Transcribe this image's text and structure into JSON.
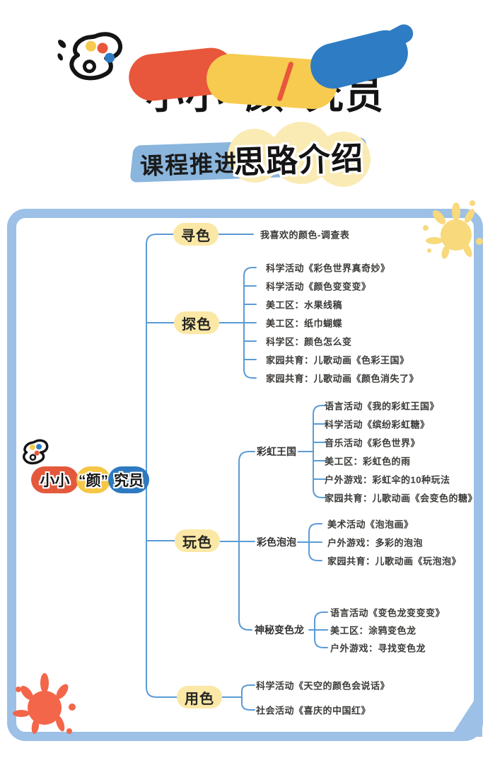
{
  "header": {
    "title": "小小“颜”究员",
    "subtitle": {
      "part1": "课程推进",
      "part2": "思路介绍"
    }
  },
  "center_node": {
    "segments": [
      "小小",
      "“颜”",
      "究员"
    ]
  },
  "mindmap": {
    "branches": [
      {
        "label": "寻色",
        "items": [
          "我喜欢的颜色-调查表"
        ]
      },
      {
        "label": "探色",
        "items": [
          "科学活动《彩色世界真奇妙》",
          "科学活动《颜色变变变》",
          "美工区：水果线稿",
          "美工区：纸巾蝴蝶",
          "科学区：颜色怎么变",
          "家园共育：儿歌动画《色彩王国》",
          "家园共育：儿歌动画《颜色消失了》"
        ]
      },
      {
        "label": "玩色",
        "subbranches": [
          {
            "label": "彩虹王国",
            "items": [
              "语言活动《我的彩虹王国》",
              "科学活动《缤纷彩虹糖》",
              "音乐活动《彩色世界》",
              "美工区：彩虹色的雨",
              "户外游戏：彩虹伞的10种玩法",
              "家园共育：儿歌动画《会变色的糖》"
            ]
          },
          {
            "label": "彩色泡泡",
            "items": [
              "美术活动《泡泡画》",
              "户外游戏：多彩的泡泡",
              "家园共育：儿歌动画《玩泡泡》"
            ]
          },
          {
            "label": "神秘变色龙",
            "items": [
              "语言活动《变色龙变变变》",
              "美工区：涂鸦变色龙",
              "户外游戏：寻找变色龙"
            ]
          }
        ]
      },
      {
        "label": "用色",
        "items": [
          "科学活动《天空的颜色会说话》",
          "社会活动《喜庆的中国红》"
        ]
      }
    ]
  },
  "colors": {
    "brand_red": "#E8573B",
    "brand_yellow": "#F7CB4F",
    "brand_blue": "#2E7CC3",
    "pill_yellow": "#FBE8A6",
    "line_blue": "#5B9BD5",
    "panel_border": "#9CC0E6",
    "splat_yellow": "#F8D97B",
    "splat_red": "#F3664A",
    "banner_blue": "#8AB5DD",
    "circle_pale_yellow": "#FAEBB4"
  }
}
